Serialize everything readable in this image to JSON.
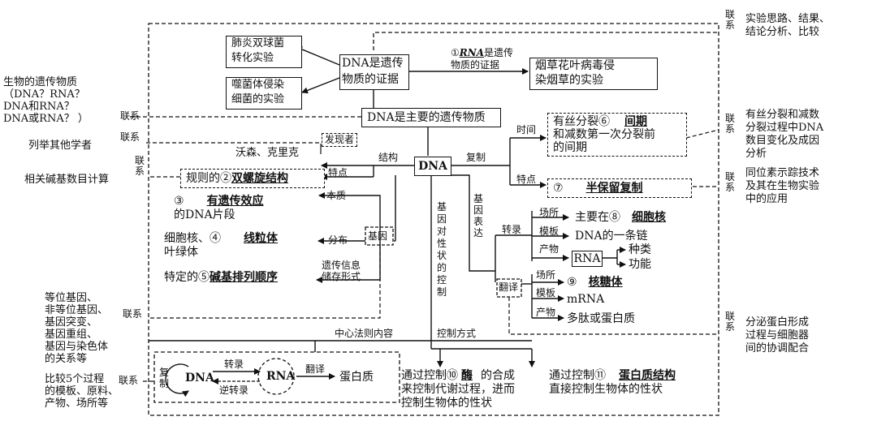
{
  "left_notes": {
    "genetic_material": "生物的遗传物质\n（DNA？RNA？\nDNA和RNA？\nDNA或RNA？ ）",
    "other_scholars": "列举其他学者",
    "base_calc": "相关碱基数目计算",
    "gene_terms": "等位基因、\n非等位基因、\n基因突变、\n基因重组、\n基因与染色体\n的关系等",
    "five_processes": "比较5个过程\n的模板、原料、\n产物、场所等"
  },
  "right_notes": {
    "ideas": "实验思路、结果、\n结论分析、比较",
    "division": "有丝分裂和减数\n分裂过程中DNA\n数目变化及成因\n分析",
    "isotope": "同位素示踪技术\n及其在生物实验\n中的应用",
    "secretion": "分泌蛋白形成\n过程与细胞器\n间的协调配合"
  },
  "link_label": "联系",
  "link_label_stacked": "联\n系",
  "experiments": {
    "pneumonia": "肺炎双球菌\n转化实验",
    "phage": "噬菌体侵染\n细菌的实验",
    "evidence": "DNA是遗传\n物质的证据",
    "rna_num": "①",
    "rna_word": "RNA",
    "rna_rest": "是遗传",
    "rna_line2": "物质的证据",
    "tobacco": "烟草花叶病毒侵\n染烟草的实验",
    "main_material": "DNA是主要的遗传物质"
  },
  "center": "DNA",
  "structure": {
    "label": "结构",
    "discoverer": "发现者",
    "watson_crick": "沃森、克里克",
    "feature": "特点",
    "regular_pre": "规则的②",
    "double_helix": "双螺旋结构"
  },
  "replication": {
    "label": "复制",
    "time": "时间",
    "period_pre": "有丝分裂⑥",
    "interphase": "间期",
    "period_line2": "和减数第一次分裂前",
    "period_line3": "的间期",
    "feature": "特点",
    "semi_num": "⑦",
    "semi": "半保留复制"
  },
  "gene": {
    "label": "基因",
    "essence": "本质",
    "effect_num": "③",
    "effect": "有遗传效应",
    "effect_line2": "的DNA片段",
    "distribution": "分布",
    "nucleus_line1": "细胞核、④",
    "mito": "线粒体",
    "nucleus_line2": "叶绿体",
    "storage": "遗传信息\n储存形式",
    "sequence_pre": "特定的⑤",
    "sequence": "碱基排列顺序"
  },
  "expression": {
    "label": "基\n因\n表\n达",
    "control_label": "基\n因\n对\n性\n状\n的\n控\n制",
    "transcription": "转录",
    "site": "场所",
    "mainly_pre": "主要在⑧",
    "nucleus": "细胞核",
    "template": "模板",
    "one_strand": "DNA的一条链",
    "product": "产物",
    "rna": "RNA",
    "types": "种类",
    "functions": "功能",
    "translation": "翻译",
    "site2": "场所",
    "ribosome_num": "⑨",
    "ribosome": "核糖体",
    "template2": "模板",
    "mrna": "mRNA",
    "product2": "产物",
    "polypeptide": "多肽或蛋白质"
  },
  "bottom": {
    "central_label": "中心法则内容",
    "control_way": "控制方式",
    "replicate": "复\n制",
    "dna": "DNA",
    "transcribe": "转录",
    "rna": "RNA",
    "translate": "翻译",
    "protein": "蛋白质",
    "reverse": "逆转录",
    "enzyme_pre": "通过控制⑩",
    "enzyme": "酶",
    "enzyme_post": "的合成",
    "enzyme_line2": "来控制代谢过程，进而",
    "enzyme_line3": "控制生物体的性状",
    "protein_pre": "通过控制⑪",
    "protein_struct": "蛋白质结构",
    "protein_line2": "直接控制生物体的性状"
  }
}
